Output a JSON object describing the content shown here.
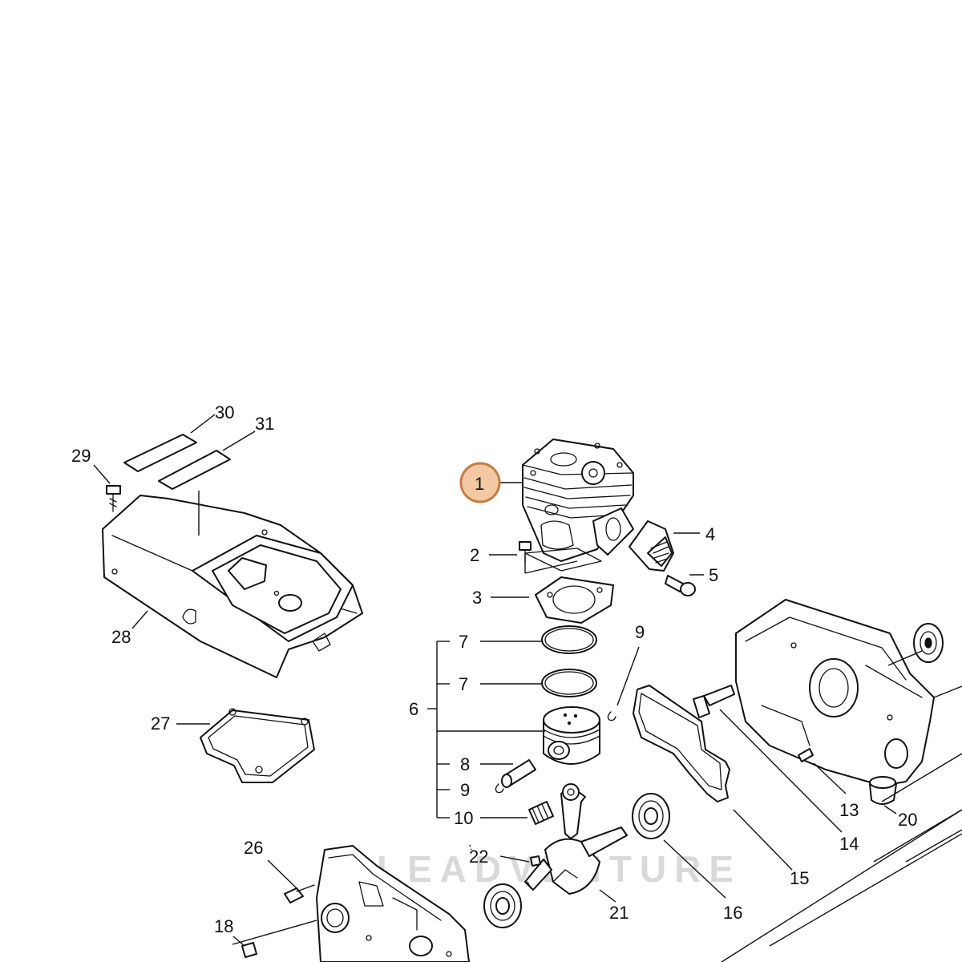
{
  "highlight_color": "#f3c9a4",
  "highlight_border": "#c77b3f",
  "callouts": {
    "c1": "1",
    "c2": "2",
    "c3": "3",
    "c4": "4",
    "c5": "5",
    "c6": "6",
    "c7a": "7",
    "c7b": "7",
    "c8": "8",
    "c9a": "9",
    "c9b": "9",
    "c10": "10",
    "c13": "13",
    "c14": "14",
    "c15": "15",
    "c16": "16",
    "c18": "18",
    "c20": "20",
    "c21": "21",
    "c22": "22",
    "c26": "26",
    "c27": "27",
    "c28": "28",
    "c29": "29",
    "c30": "30",
    "c31": "31"
  },
  "watermark": "LEADVENTURE"
}
